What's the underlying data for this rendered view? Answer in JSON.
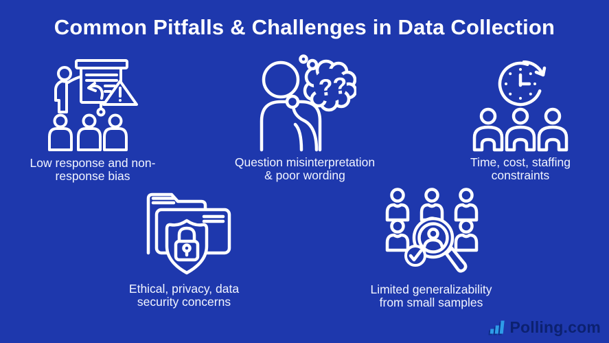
{
  "colors": {
    "background": "#1e38ad",
    "foreground": "#ffffff",
    "caption_text": "#f2f5ff",
    "logo_text": "#0c2170",
    "logo_mark_light": "#2e9ce8",
    "logo_mark_dark": "#0d2d8a"
  },
  "title": "Common Pitfalls & Challenges in Data Collection",
  "items": [
    {
      "id": "low-response-bias",
      "icon": "presentation-warning-icon",
      "lines": [
        "Low response and non-",
        "response bias"
      ]
    },
    {
      "id": "question-misinterpretation",
      "icon": "thinking-question-icon",
      "icon_text": "??",
      "lines": [
        "Question misinterpretation",
        "& poor wording"
      ]
    },
    {
      "id": "time-cost-staffing",
      "icon": "clock-people-icon",
      "lines": [
        "Time, cost, staffing",
        "constraints"
      ]
    },
    {
      "id": "ethics-privacy-security",
      "icon": "folder-shield-lock-icon",
      "lines": [
        "Ethical, privacy, data",
        "security concerns"
      ]
    },
    {
      "id": "limited-generalizability",
      "icon": "sample-magnifier-icon",
      "lines": [
        "Limited generalizability",
        "from small samples"
      ]
    }
  ],
  "footer": {
    "brand": "Polling.com"
  }
}
